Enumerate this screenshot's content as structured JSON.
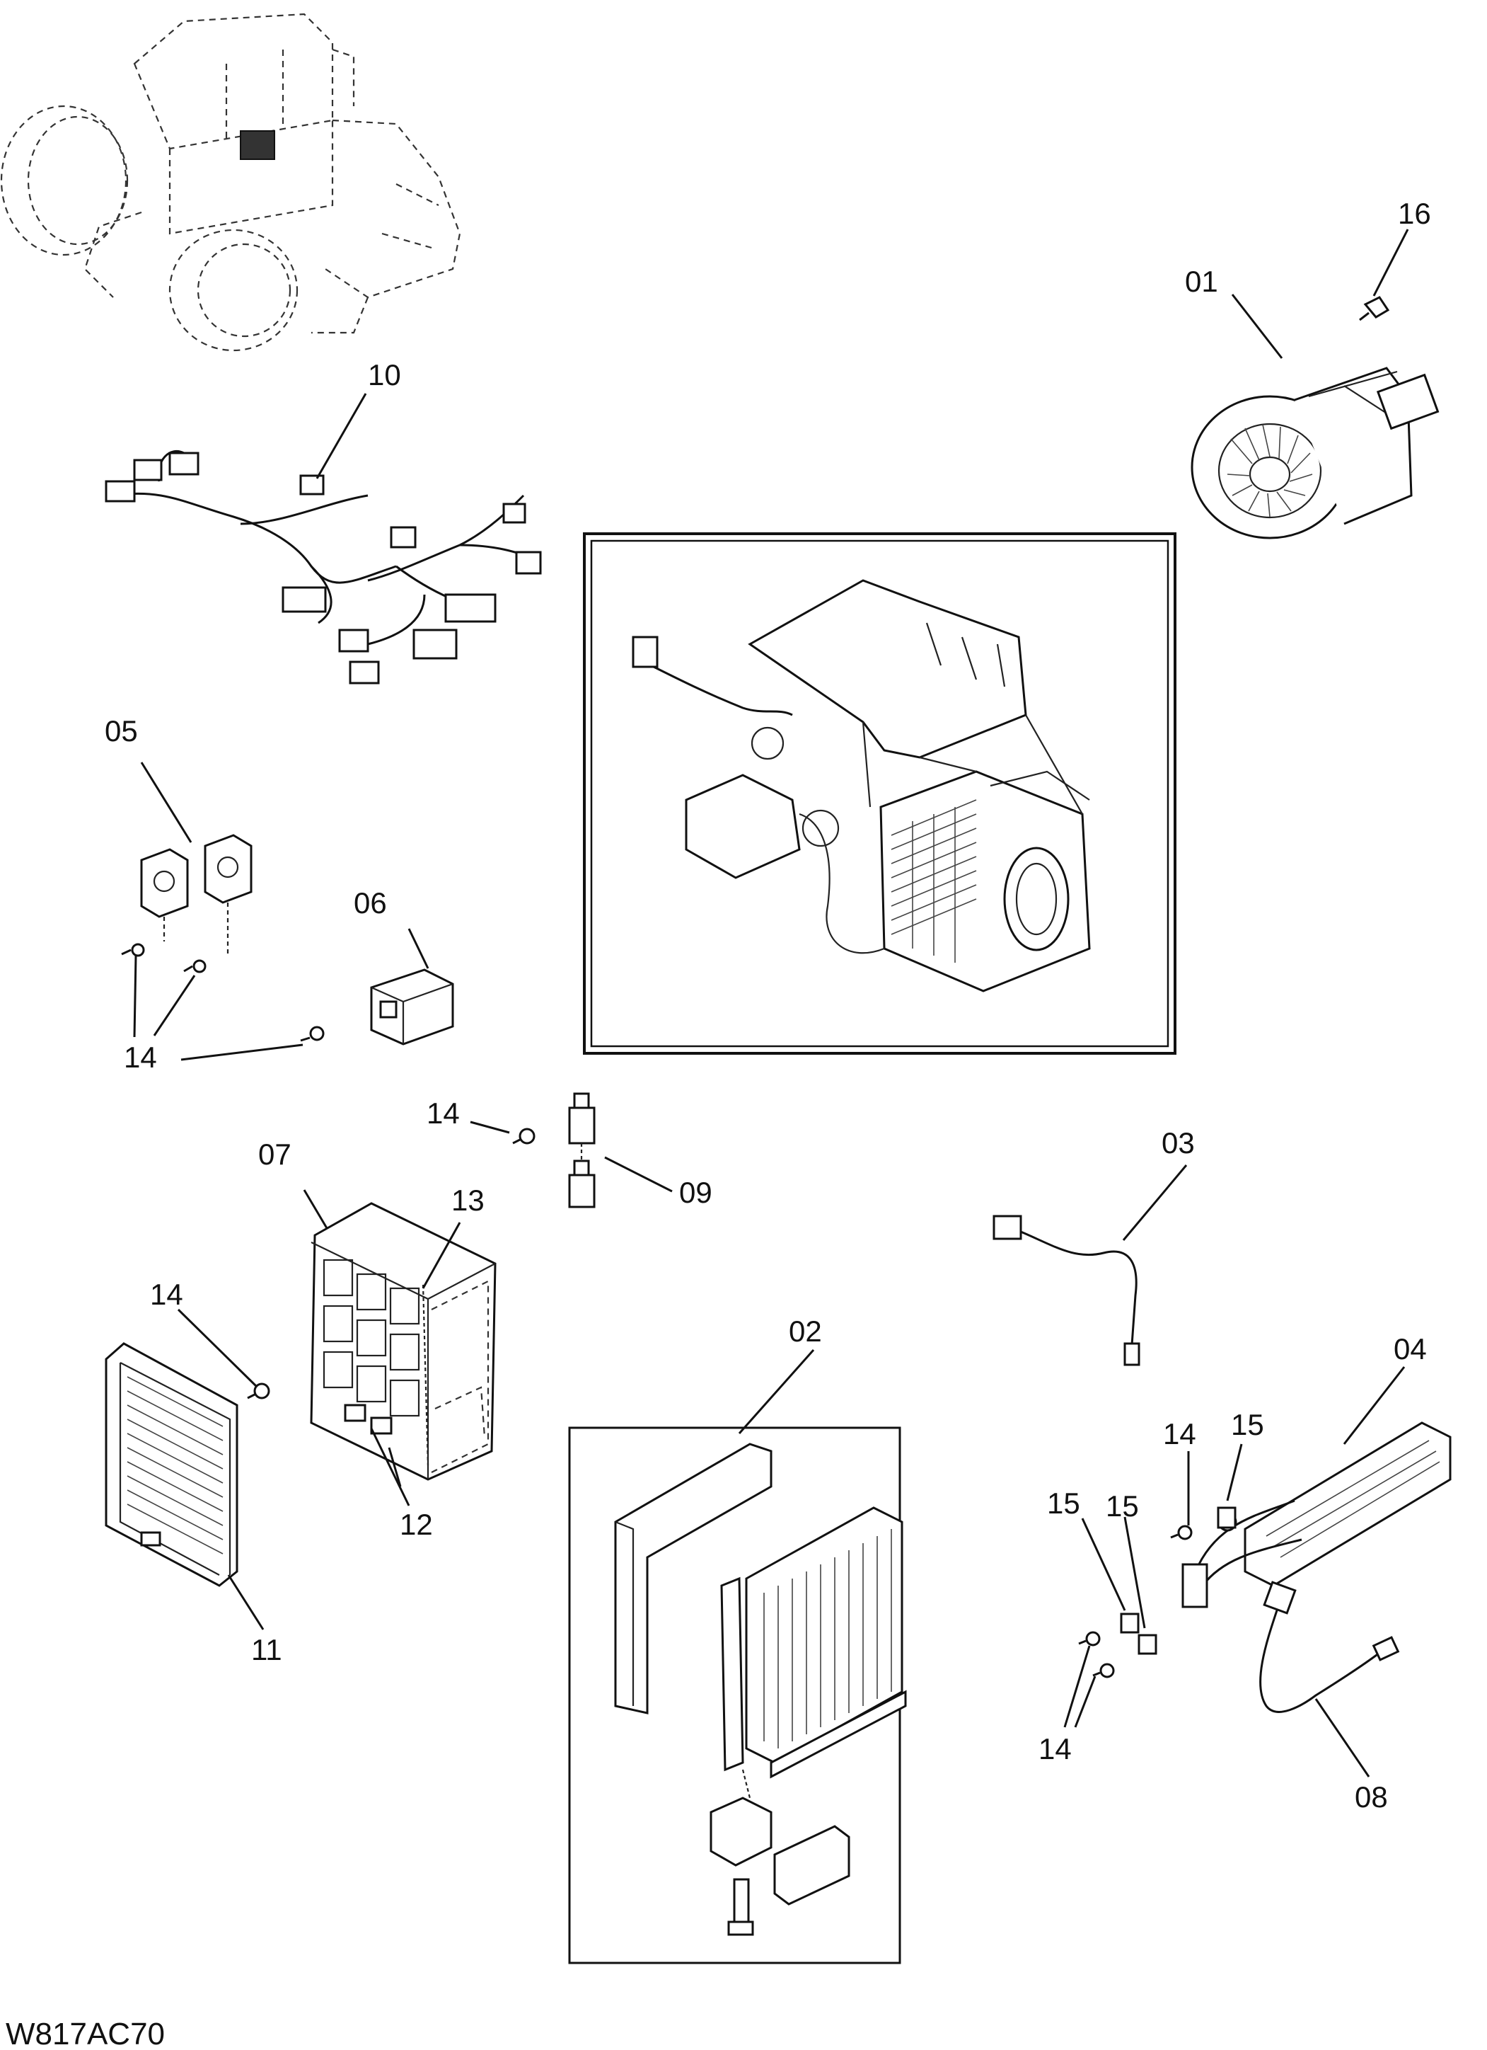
{
  "drawing_code": "W817AC70",
  "callouts": [
    {
      "id": "c01",
      "label": "01"
    },
    {
      "id": "c16",
      "label": "16"
    },
    {
      "id": "c10",
      "label": "10"
    },
    {
      "id": "c05",
      "label": "05"
    },
    {
      "id": "c06",
      "label": "06"
    },
    {
      "id": "c14a",
      "label": "14"
    },
    {
      "id": "c14b",
      "label": "14"
    },
    {
      "id": "c09",
      "label": "09"
    },
    {
      "id": "c07",
      "label": "07"
    },
    {
      "id": "c13",
      "label": "13"
    },
    {
      "id": "c03",
      "label": "03"
    },
    {
      "id": "c14c",
      "label": "14"
    },
    {
      "id": "c02",
      "label": "02"
    },
    {
      "id": "c04",
      "label": "04"
    },
    {
      "id": "c14d",
      "label": "14"
    },
    {
      "id": "c15a",
      "label": "15"
    },
    {
      "id": "c15b",
      "label": "15"
    },
    {
      "id": "c15c",
      "label": "15"
    },
    {
      "id": "c12",
      "label": "12"
    },
    {
      "id": "c11",
      "label": "11"
    },
    {
      "id": "c14e",
      "label": "14"
    },
    {
      "id": "c08",
      "label": "08"
    }
  ]
}
